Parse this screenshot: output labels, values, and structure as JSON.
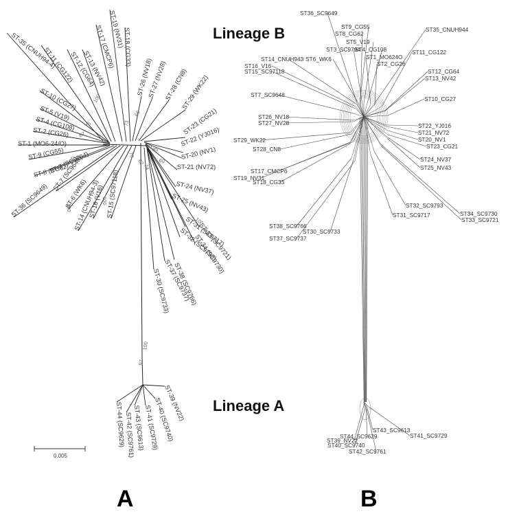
{
  "headings": {
    "lineage_b": "Lineage B",
    "lineage_a": "Lineage A",
    "panel_a": "A",
    "panel_b": "B"
  },
  "scale_bar": {
    "label": "0.005"
  },
  "tree_a": {
    "leaves": [
      "ST-35 (CNUH94-4)",
      "ST-11 (CG122)",
      "ST-12 (CG64)",
      "ST-13 (NV42)",
      "ST-17 (CMCP6)",
      "ST-19 (NV31)",
      "ST-18 (CG33)",
      "ST-26 (NV18)",
      "ST-27 (NV28)",
      "ST-28 (CN8)",
      "ST-29 (WK22)",
      "ST-23 (CG21)",
      "ST-22 (YJ016)",
      "ST-20 (NV1)",
      "ST-21 (NV72)",
      "ST-24 (NV37)",
      "ST-25 (NV43)",
      "ST-31 (SC9717)",
      "ST-32 (SC9793)",
      "ST-33 (SC9721)",
      "ST-34 (SC9730)",
      "ST-37 (SC9737)",
      "ST-38 (SC9766)",
      "ST-30 (SC9733)",
      "ST-15 (SC97118)",
      "ST-16 (V16)",
      "ST-14 (CNUH94-3)",
      "ST-6 (WK6)",
      "ST-7 (SC9648)",
      "ST-36 (SC9649)",
      "ST-3 (SC9794)",
      "ST-8 (CG62)",
      "ST-9 (CG55)",
      "ST-1 (MO6-24/O)",
      "ST-2 (CG26)",
      "ST-4 (CG108)",
      "ST-5 (V19)",
      "ST-10 (CG27)",
      "ST-39 (NV22)",
      "ST-40 (SC9740)",
      "ST-41 (SC9729)",
      "ST-43 (SC9613)",
      "ST-42 (SC9761)",
      "ST-44 (SC9629)"
    ],
    "bootstrap": [
      "100",
      "75",
      "87",
      "100",
      "100",
      "100",
      "73",
      "66",
      "60",
      "85",
      "60",
      "70",
      "74",
      "62",
      "100",
      "100",
      "97"
    ]
  },
  "network_b": {
    "labels": [
      "ST36_SC9649",
      "ST9_CG55",
      "ST8_CG62",
      "ST5_V19",
      "ST3_SC9794",
      "ST4_CG108",
      "ST35_CNUH944",
      "ST14_CNUH943",
      "ST6_WK6",
      "ST1_MO624O",
      "ST2_CG26",
      "ST11_CG122",
      "ST16_V16",
      "ST15_SC97118",
      "ST12_CG64",
      "ST13_NV42",
      "ST7_SC9648",
      "ST10_CG27",
      "ST26_NV18",
      "ST27_NV28",
      "ST22_YJ016",
      "ST21_NV72",
      "ST20_NV1",
      "ST29_WK22",
      "ST23_CG21",
      "ST28_CN8",
      "ST24_NV37",
      "ST25_NV43",
      "ST17_CMCP6",
      "ST19_NV31",
      "ST18_CG33",
      "ST32_SC9793",
      "ST34_SC9730",
      "ST31_SC9717",
      "ST33_SC9721",
      "ST38_SC9766",
      "ST30_SC9733",
      "ST37_SC9737",
      "ST43_SC9613",
      "ST39_NV22",
      "ST44_SC9629",
      "ST41_SC9729",
      "ST40_SC9740",
      "ST42_SC9761"
    ]
  }
}
